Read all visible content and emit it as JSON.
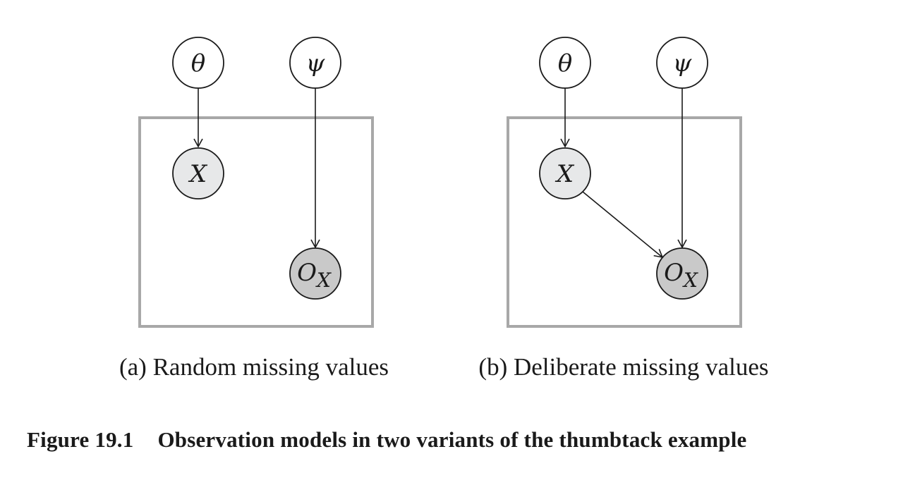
{
  "figure": {
    "number": "Figure 19.1",
    "caption": "Observation models in two variants of the thumbtack example"
  },
  "panels": [
    {
      "caption": "(a) Random missing values",
      "nodes": {
        "theta": "θ",
        "psi": "ψ",
        "x": "X",
        "obs_main": "O",
        "obs_sub": "X"
      },
      "edges": [
        {
          "from": "theta",
          "to": "x"
        },
        {
          "from": "psi",
          "to": "obs"
        }
      ]
    },
    {
      "caption": "(b) Deliberate missing values",
      "nodes": {
        "theta": "θ",
        "psi": "ψ",
        "x": "X",
        "obs_main": "O",
        "obs_sub": "X"
      },
      "edges": [
        {
          "from": "theta",
          "to": "x"
        },
        {
          "from": "psi",
          "to": "obs"
        },
        {
          "from": "x",
          "to": "obs"
        }
      ]
    }
  ]
}
